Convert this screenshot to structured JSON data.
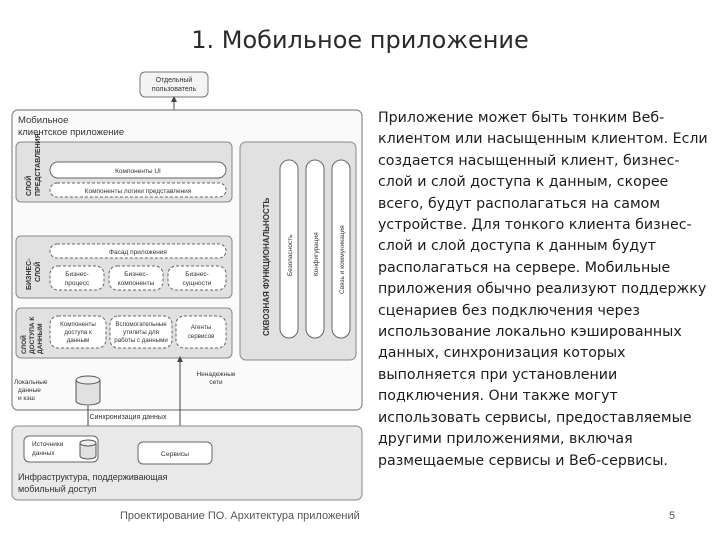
{
  "title": "1. Мобильное приложение",
  "body_text": "Приложение может быть тонким Веб-клиентом или насыщенным клиентом. Если создается насыщенный клиент, бизнес-слой и слой доступа к данным, скорее всего, будут располагаться на самом устройстве. Для тонкого клиента бизнес-слой и слой доступа к данным будут располагаться на сервере. Мобильные приложения обычно реализуют поддержку сценариев без подключения через использование локально кэшированных данных, синхронизация которых выполняется при установлении подключения. Они также могут использовать сервисы, предоставляемые другими приложениями, включая размещаемые сервисы и Веб-сервисы.",
  "footer": {
    "left": "Проектирование ПО. Архитектура приложений",
    "page_number": "5"
  },
  "diagram": {
    "user_line1": "Отдельный",
    "user_line2": "пользователь",
    "app_line1": "Мобильное",
    "app_line2": "клиентское приложение",
    "presentation_layer_line1": "СЛОЙ",
    "presentation_layer_line2": "ПРЕДСТАВЛЕНИЯ",
    "ui_components": "Компоненты UI",
    "ui_logic": "Компоненты логики представления",
    "business_layer_line1": "БИЗНЕС-",
    "business_layer_line2": "СЛОЙ",
    "app_facade": "Фасад приложения",
    "bp_line1": "Бизнес-",
    "bp_line2": "процесс",
    "bc_line1": "Бизнес-",
    "bc_line2": "компоненты",
    "be_line1": "Бизнес-",
    "be_line2": "сущности",
    "data_layer_line1": "СЛОЙ",
    "data_layer_line2": "ДОСТУПА К",
    "data_layer_line3": "ДАННЫМ",
    "dac_line1": "Компоненты",
    "dac_line2": "доступа к",
    "dac_line3": "данным",
    "hu_line1": "Вспомогательные",
    "hu_line2": "утилиты для",
    "hu_line3": "работы с данными",
    "sa_line1": "Агенты",
    "sa_line2": "сервисов",
    "crosscutting": "СКВОЗНАЯ ФУНКЦИОНАЛЬНОСТЬ",
    "security": "Безопасность",
    "configuration": "Конфигурация",
    "communication": "Связь и коммуникация",
    "local_line1": "Локальные",
    "local_line2": "данные",
    "local_line3": "и кэш",
    "unreliable_line1": "Ненадежные",
    "unreliable_line2": "сети",
    "sync": "Синхронизация данных",
    "sources_line1": "Источники",
    "sources_line2": "данных",
    "services": "Сервисы",
    "infra_line1": "Инфраструктура, поддерживающая",
    "infra_line2": "мобильный доступ"
  }
}
